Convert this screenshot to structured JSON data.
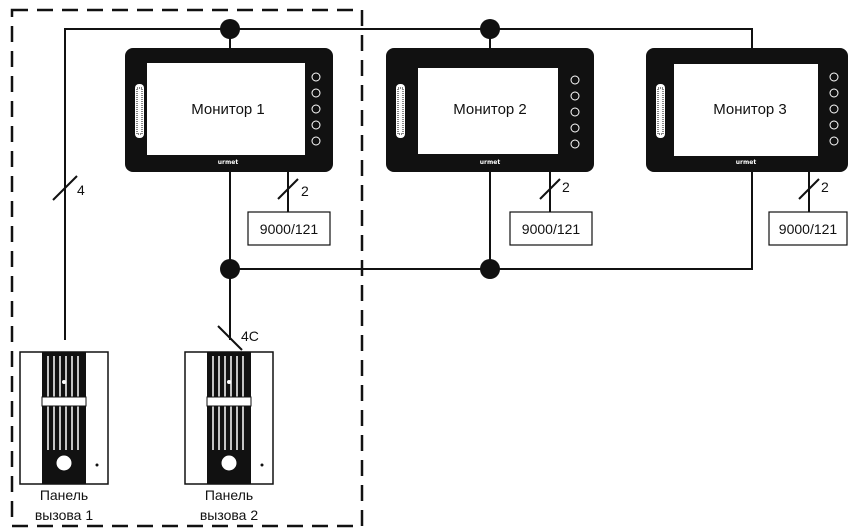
{
  "monitors": [
    {
      "label": "Монитор 1",
      "brand": "urmet",
      "wire_count": "2",
      "unit": "9000/121"
    },
    {
      "label": "Монитор 2",
      "brand": "urmet",
      "wire_count": "2",
      "unit": "9000/121"
    },
    {
      "label": "Монитор 3",
      "brand": "urmet",
      "wire_count": "2",
      "unit": "9000/121"
    }
  ],
  "panels": [
    {
      "line1": "Панель",
      "line2": "вызова 1",
      "wire_count": "4"
    },
    {
      "line1": "Панель",
      "line2": "вызова 2",
      "wire_count": "4C"
    }
  ],
  "colors": {
    "line": "#111111",
    "monitor_body": "#111111",
    "screen": "#ffffff"
  }
}
